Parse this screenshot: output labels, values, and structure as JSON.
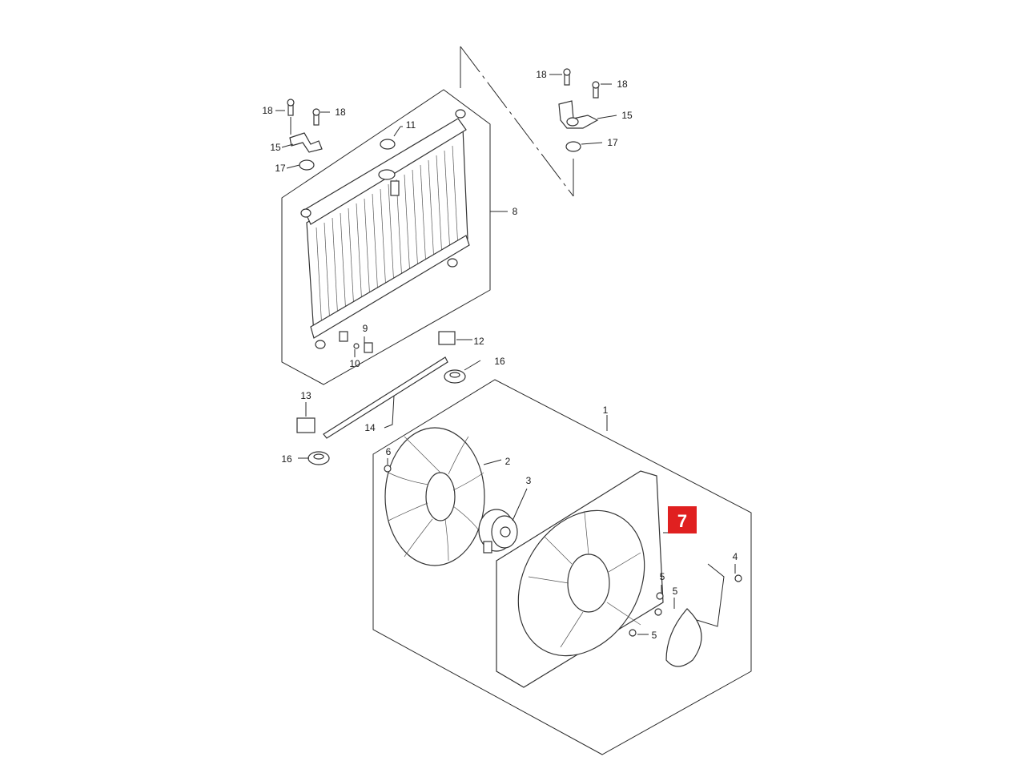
{
  "callouts": {
    "c1": "1",
    "c2": "2",
    "c3": "3",
    "c4": "4",
    "c5a": "5",
    "c5b": "5",
    "c5c": "5",
    "c6": "6",
    "c7": "7",
    "c8": "8",
    "c9": "9",
    "c10": "10",
    "c11": "11",
    "c12": "12",
    "c13": "13",
    "c14": "14",
    "c15l": "15",
    "c15r": "15",
    "c16a": "16",
    "c16b": "16",
    "c17l": "17",
    "c17r": "17",
    "c18a": "18",
    "c18b": "18",
    "c18c": "18",
    "c18d": "18"
  },
  "highlight": {
    "color": "#e02020",
    "label_color": "#ffffff"
  }
}
